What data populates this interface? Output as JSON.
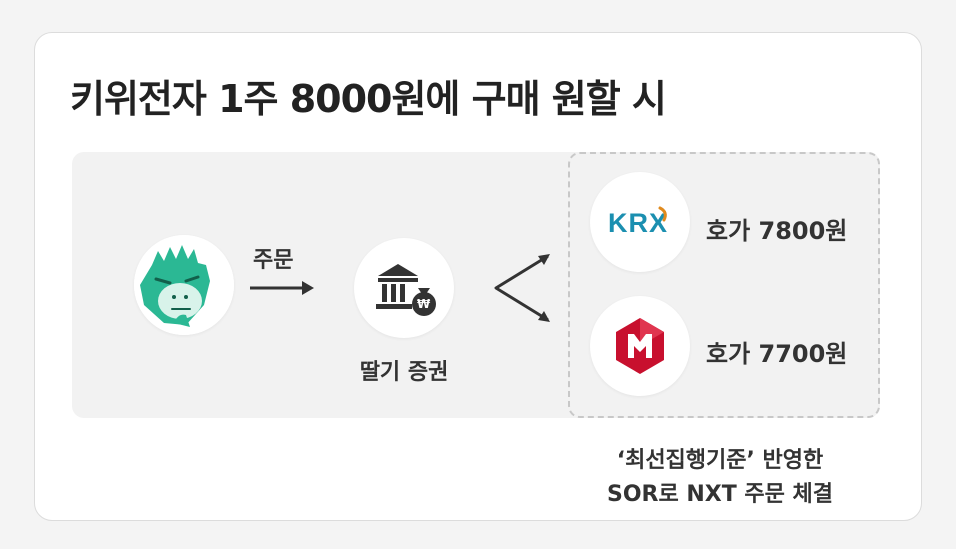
{
  "title": "키위전자 1주 8000원에 구매 원할 시",
  "order_label": "주문",
  "broker": {
    "name": "딸기 증권",
    "currency_symbol": "₩"
  },
  "exchanges": [
    {
      "logo_text": "KRX",
      "quote": "호가 7800원",
      "brand_color": "#1b8fb0"
    },
    {
      "logo_text": "",
      "quote": "호가 7700원",
      "brand_color": "#c8102e"
    }
  ],
  "footer": {
    "line1": "‘최선집행기준’ 반영한",
    "line2": "SOR로 NXT 주문 체결"
  },
  "colors": {
    "mascot": "#2bb894",
    "panel": "#f2f2f2"
  }
}
